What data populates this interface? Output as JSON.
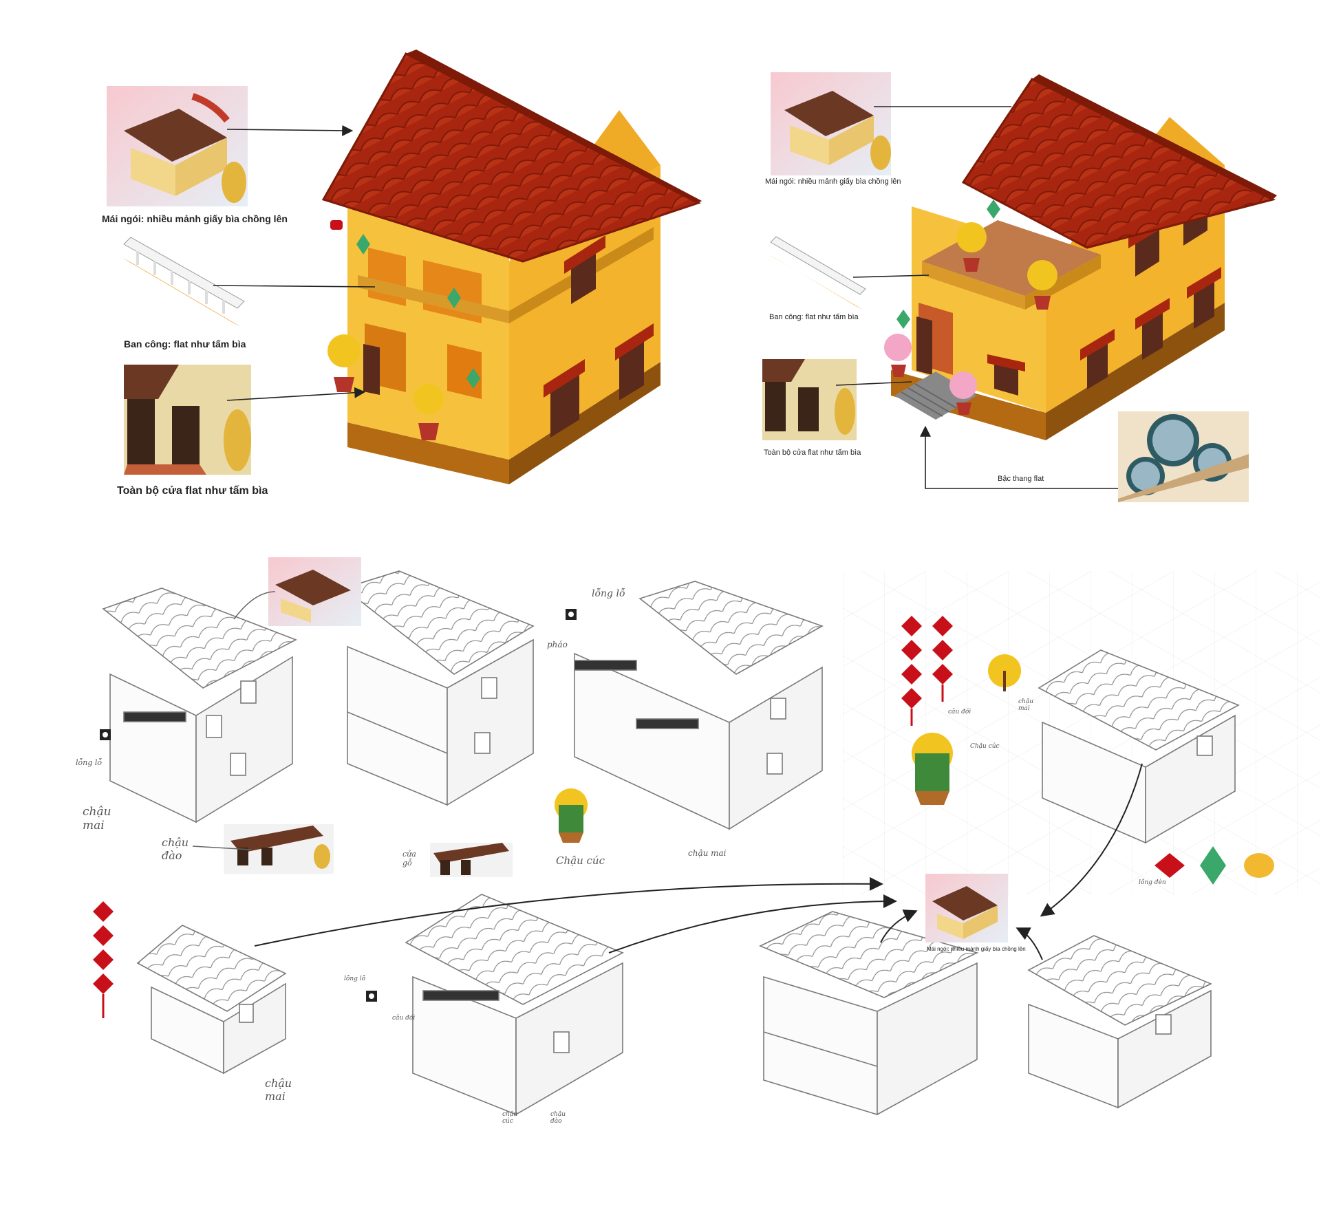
{
  "top_left": {
    "roof_label": "Mái ngói: nhiều mảnh giấy bìa chồng lên",
    "balcony_label": "Ban công: flat như tấm bìa",
    "door_label": "Toàn bộ cửa flat như tấm bìa"
  },
  "top_right": {
    "roof_label": "Mái ngói: nhiều mảnh giấy bìa chồng lên",
    "balcony_label": "Ban công: flat như tấm bìa",
    "door_label": "Toàn bộ cửa flat như tấm bìa",
    "stairs_label": "Bậc thang flat"
  },
  "sketch_notes": {
    "ho_long_lo_1": "lỗng lỗ",
    "chau_mai_1": "chậu mai",
    "chau_dao": "chậu đào",
    "cua_go": "cửa gỗ",
    "long_lo_2": "lỗng lỗ",
    "phao": "pháo",
    "chau_cuc": "Chậu cúc",
    "chau_mai_2": "chậu mai",
    "cau_doi": "câu đối",
    "chau_mai_3": "chậu mai",
    "chau_cuc_2": "Chậu cúc",
    "long_den": "lồng đèn",
    "center_roof_label": "Mái ngói: nhiều mảnh giấy bìa chồng lên",
    "long_lo_3": "lỗng lỗ",
    "cau_doi_2": "câu đối",
    "chau_mai_4": "chậu mai",
    "chau_cuc_3": "chậu cúc",
    "chau_dao_2": "chậu đào"
  },
  "colors": {
    "roof": "#a8260f",
    "roof_dark": "#7d1a08",
    "wall": "#f6c23e",
    "wall_side": "#f3b32c",
    "wall_dark": "#c98a1a",
    "base": "#b36a12",
    "door": "#5a2a1c",
    "accent_red": "#c8101a",
    "lantern_green": "#3aa86a",
    "sketch": "#777777"
  }
}
